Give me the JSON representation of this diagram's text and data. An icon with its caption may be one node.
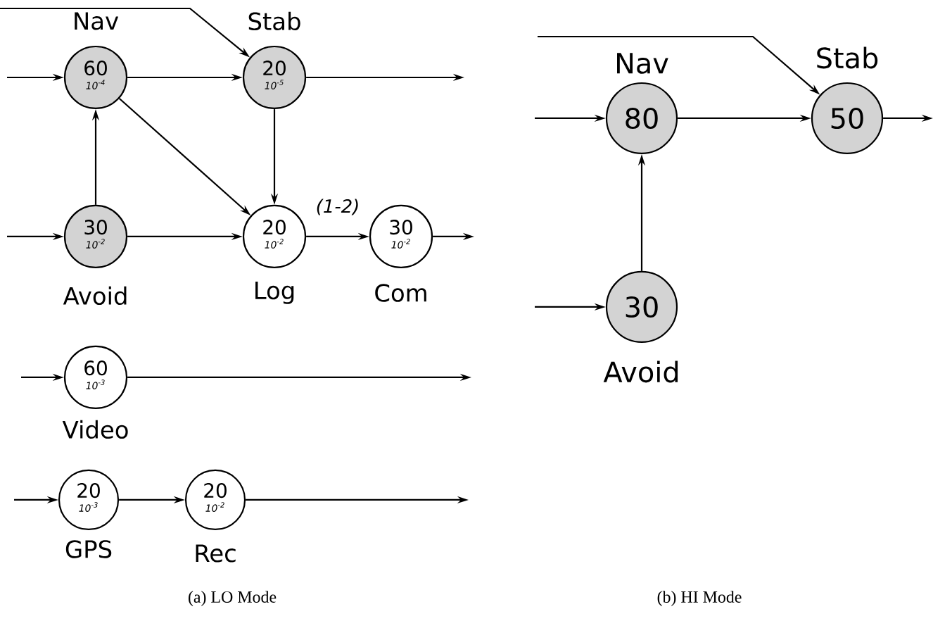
{
  "diagram": {
    "nodes": [
      {
        "text": [
          "Nav",
          "60",
          "10$^{-4}$"
        ]
      },
      {
        "text": [
          "Stab",
          "20",
          "10$^{-5}$"
        ]
      },
      {
        "text": [
          "30",
          "10$^{-2}$",
          "Avoid"
        ]
      },
      {
        "text": [
          "20",
          "10$^{-2}$",
          "Log"
        ],
        "beside": [
          "(1-2)"
        ]
      },
      {
        "text": [
          "30",
          "10$^{-2}$",
          "Com"
        ]
      },
      {
        "text": [
          "60",
          "10$^{-3}$",
          "Video"
        ]
      },
      {
        "text": [
          "20",
          "10$^{-3}$",
          "GPS"
        ]
      },
      {
        "text": [
          "20",
          "10$^{-2}$",
          "Rec"
        ]
      },
      {
        "text": [
          "Nav",
          "80"
        ]
      },
      {
        "text": [
          "Stab",
          "50"
        ]
      },
      {
        "text": [
          "30",
          "Avoid"
        ]
      }
    ],
    "edges": [
      {
        "from": null,
        "to": 0,
        "arrow": "to"
      },
      {
        "from": 0,
        "to": 1,
        "arrow": "to"
      },
      {
        "from": 0,
        "to": 3,
        "arrow": "to"
      },
      {
        "from": 1,
        "to": 3,
        "arrow": "to"
      },
      {
        "from": 1,
        "to": null,
        "arrow": "to"
      },
      {
        "from": null,
        "to": 1,
        "arrow": "to"
      },
      {
        "from": null,
        "to": 2,
        "arrow": "to"
      },
      {
        "from": 2,
        "to": 0,
        "arrow": "to"
      },
      {
        "from": 2,
        "to": 3,
        "arrow": "to"
      },
      {
        "from": 3,
        "to": 4,
        "arrow": "to"
      },
      {
        "from": 4,
        "to": null,
        "arrow": "to"
      },
      {
        "from": null,
        "to": 5,
        "arrow": "to"
      },
      {
        "from": 5,
        "to": null,
        "arrow": "to"
      },
      {
        "from": null,
        "to": 6,
        "arrow": "to"
      },
      {
        "from": 6,
        "to": 7,
        "arrow": "to"
      },
      {
        "from": 7,
        "to": null,
        "arrow": "to"
      },
      {
        "from": null,
        "to": 8,
        "arrow": "to"
      },
      {
        "from": 8,
        "to": 9,
        "arrow": "to"
      },
      {
        "from": null,
        "to": 9,
        "arrow": "to"
      },
      {
        "from": 9,
        "to": null,
        "arrow": "to"
      },
      {
        "from": null,
        "to": 10,
        "arrow": "to"
      },
      {
        "from": 10,
        "to": 8,
        "arrow": "to"
      }
    ],
    "labels": [
      "(a) LO Mode",
      "(b) HI Mode"
    ]
  }
}
